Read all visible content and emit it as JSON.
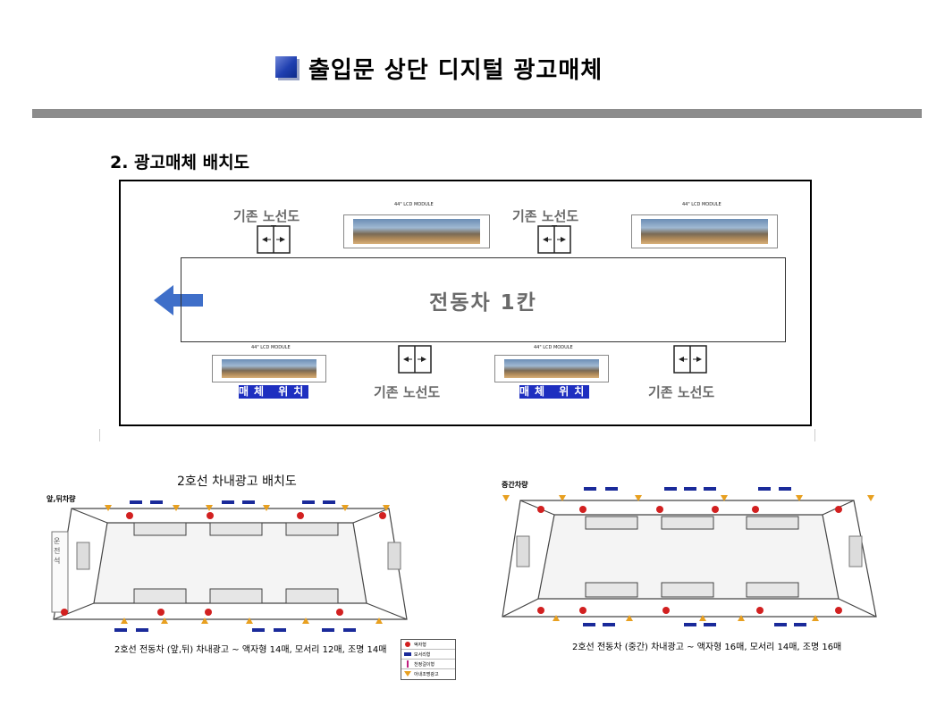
{
  "header": {
    "title": "출입문 상단 디지털 광고매체",
    "accent_color": "#1f3fb0",
    "divider_color": "#8c8c8c"
  },
  "section": {
    "subtitle": "2. 광고매체 배치도"
  },
  "layout_diagram": {
    "car_label": "전동차 1칸",
    "route_map_label": "기존 노선도",
    "lcd_caption": "44\" LCD MODULE",
    "mount_label": "매체 위치",
    "direction_arrow_color": "#3f6fc9",
    "mount_label_color": "#1e2fc0"
  },
  "plan_front_rear": {
    "heading": "2호선 차내광고 배치도",
    "corner_label": "앞,뒤차량",
    "driver_cab_label": "운전석",
    "caption": "2호선  전동차 (앞,뒤) 차내광고 ~ 액자형 14매, 모서리 12매, 조명 14매"
  },
  "plan_middle": {
    "corner_label": "중간차량",
    "caption": "2호선  전동차 (중간) 차내광고 ~ 액자형 16매, 모서리 14매, 조명 16매"
  },
  "legend": {
    "items": [
      {
        "symbol": "red-dot-icon",
        "label": "액자형",
        "color": "#d22020"
      },
      {
        "symbol": "blue-bar-icon",
        "label": "모서리형",
        "color": "#1a2a9a"
      },
      {
        "symbol": "pink-line-icon",
        "label": "천정걸이형",
        "color": "#c02080"
      },
      {
        "symbol": "orange-triangle-icon",
        "label": "아내조명광고",
        "color": "#e8a020"
      }
    ]
  }
}
